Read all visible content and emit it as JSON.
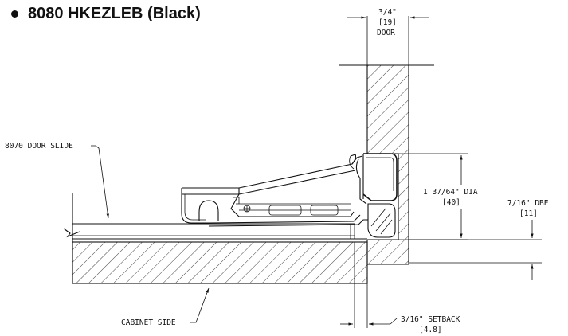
{
  "title": "8080 HKEZLEB (Black)",
  "labels": {
    "door_width": [
      "3/4\"",
      "[19]",
      "DOOR"
    ],
    "door_slide": "8070 DOOR SLIDE",
    "cup_dia": [
      "1 37/64\" DIA",
      "[40]"
    ],
    "dbe": [
      "7/16\" DBE",
      "[11]"
    ],
    "cabinet_side": "CABINET SIDE",
    "setback": [
      "3/16\" SETBACK",
      "[4.8]"
    ]
  }
}
